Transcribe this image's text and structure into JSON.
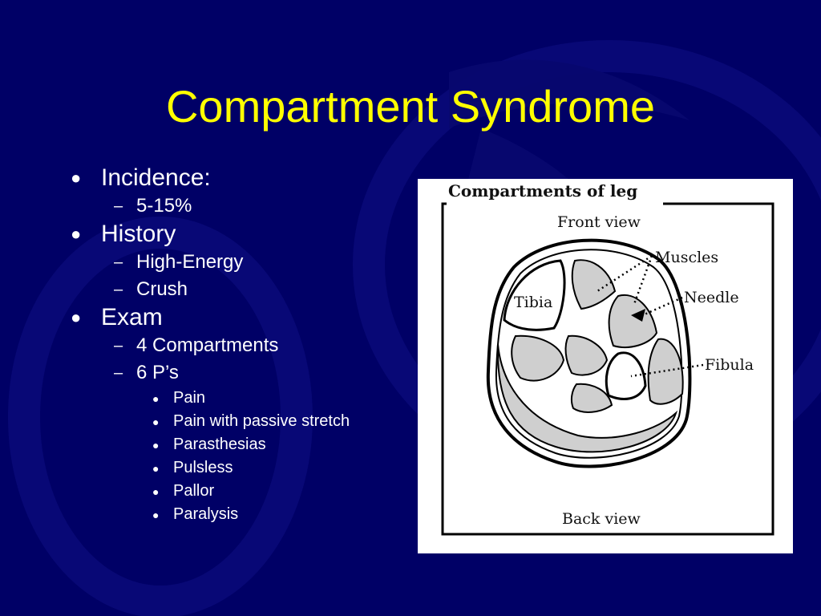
{
  "slide": {
    "title": "Compartment Syndrome",
    "colors": {
      "background": "#000066",
      "title": "#ffff00",
      "text": "#ffffff"
    }
  },
  "bullets": [
    {
      "text": "Incidence:",
      "children": [
        {
          "text": "5-15%"
        }
      ]
    },
    {
      "text": "History",
      "children": [
        {
          "text": "High-Energy"
        },
        {
          "text": "Crush"
        }
      ]
    },
    {
      "text": "Exam",
      "children": [
        {
          "text": "4 Compartments"
        },
        {
          "text": "6 P’s",
          "children": [
            {
              "text": "Pain"
            },
            {
              "text": "Pain with passive stretch"
            },
            {
              "text": "Parasthesias"
            },
            {
              "text": "Pulsless"
            },
            {
              "text": "Pallor"
            },
            {
              "text": "Paralysis"
            }
          ]
        }
      ]
    }
  ],
  "figure": {
    "caption": "Compartments of leg",
    "front_label": "Front view",
    "back_label": "Back view",
    "labels": {
      "muscles": "Muscles",
      "needle": "Needle",
      "tibia": "Tibia",
      "fibula": "Fibula"
    }
  }
}
